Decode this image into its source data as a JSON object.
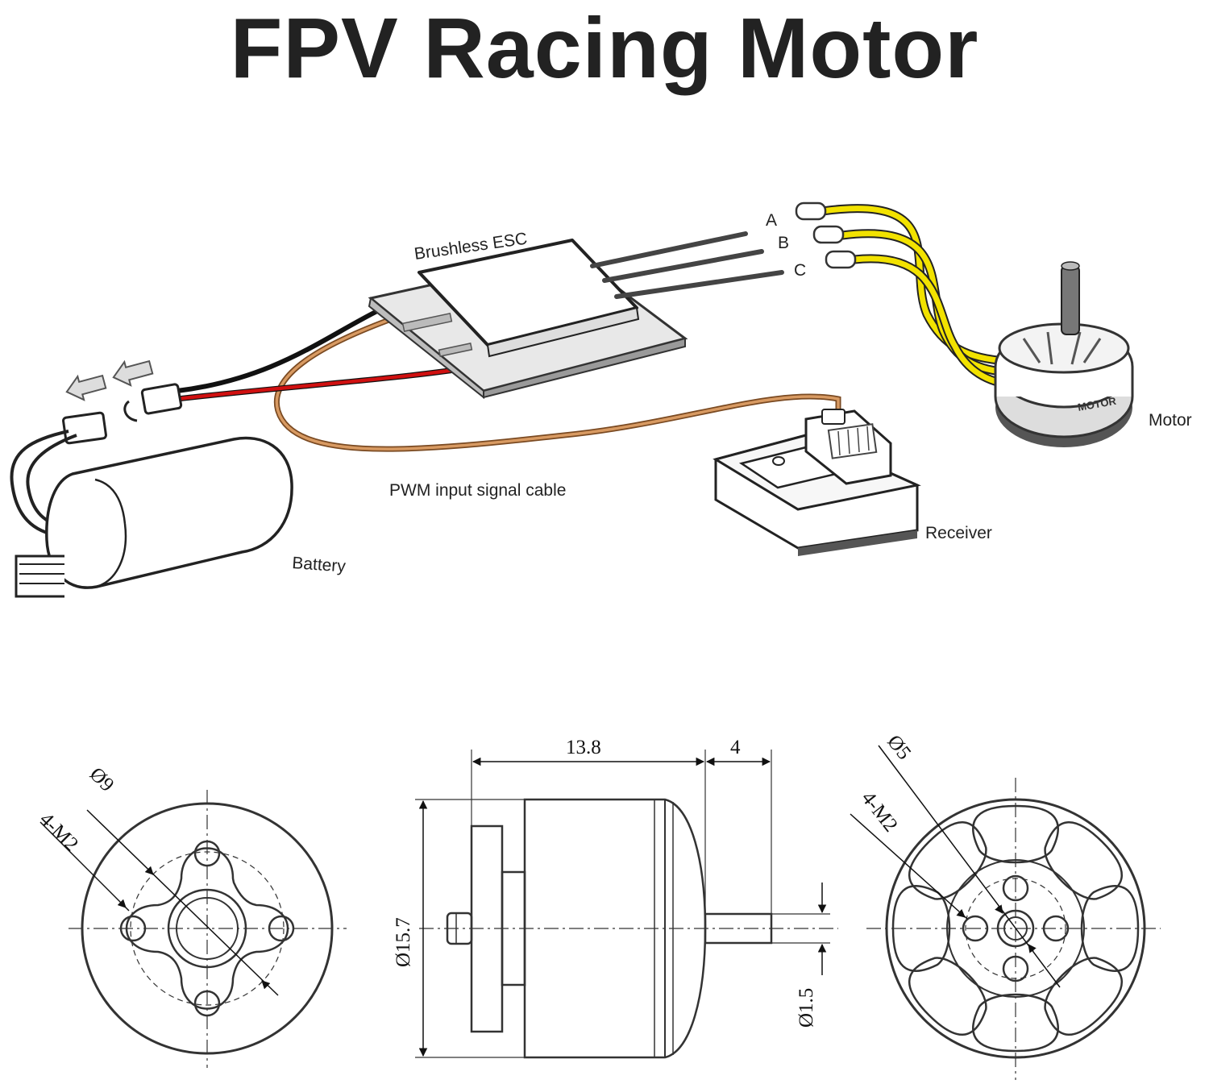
{
  "title": "FPV Racing Motor",
  "wiring": {
    "esc_label": "Brushless ESC",
    "phase_labels": [
      "A",
      "B",
      "C"
    ],
    "motor_label": "Motor",
    "motor_body_text": "MOTOR",
    "signal_cable_label": "PWM input signal cable",
    "receiver_label": "Receiver",
    "battery_label": "Battery"
  },
  "drawings": {
    "front": {
      "bolt_label": "4-M2",
      "diameter_label": "Ø9"
    },
    "side": {
      "length_label": "13.8",
      "shaft_length_label": "4",
      "body_diameter_label": "Ø15.7",
      "shaft_diameter_label": "Ø1.5"
    },
    "rear": {
      "diameter_label": "Ø5",
      "bolt_label": "4-M2"
    }
  },
  "colors": {
    "phase_wire": "#f2e200",
    "positive_wire": "#d01010",
    "negative_wire": "#111111",
    "signal_wire": "#c8834a",
    "line": "#333333"
  }
}
